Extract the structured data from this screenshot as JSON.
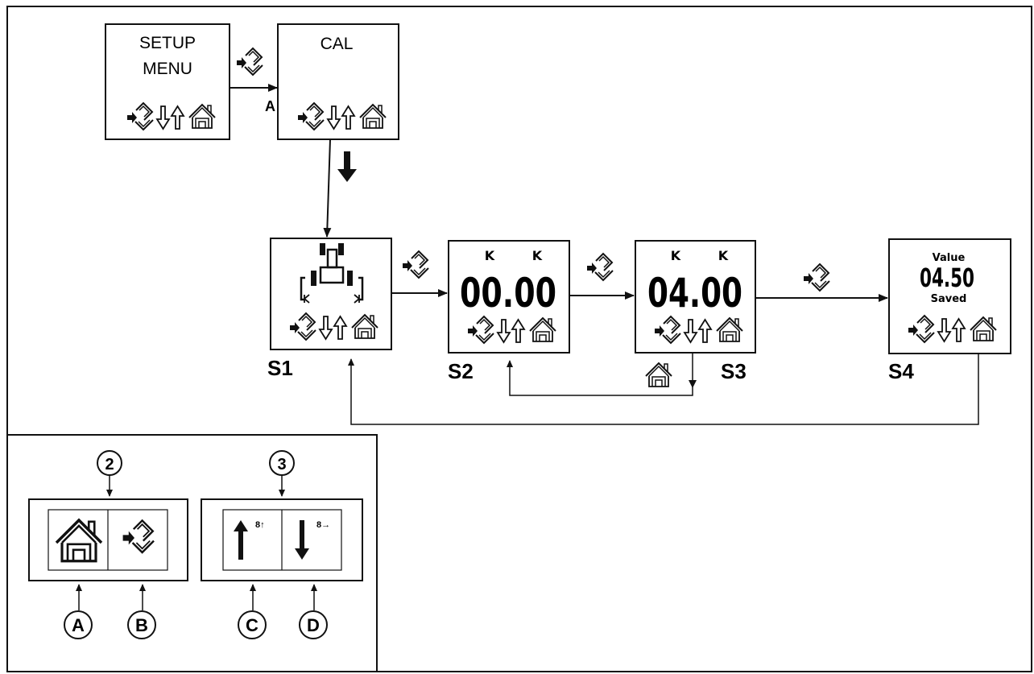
{
  "screens": {
    "setup_menu": {
      "line1": "SETUP",
      "line2": "MENU"
    },
    "cal": {
      "title": "CAL"
    },
    "s1": {
      "label": "S1"
    },
    "s2": {
      "label": "S2",
      "k_left": "K",
      "k_right": "K",
      "value": "00.00"
    },
    "s3": {
      "label": "S3",
      "k_left": "K",
      "k_right": "K",
      "value": "04.00"
    },
    "s4": {
      "label": "S4",
      "top": "Value",
      "value": "04.50",
      "bottom": "Saved"
    }
  },
  "arrow_labels": {
    "cal_entry": "A"
  },
  "legend": {
    "group2": {
      "number": "2",
      "left_icon": "home-icon",
      "right_icon": "enter-icon"
    },
    "group3": {
      "number": "3",
      "up_note": "8↑",
      "down_note": "8→"
    },
    "callouts": {
      "a": "A",
      "b": "B",
      "c": "C",
      "d": "D"
    }
  }
}
